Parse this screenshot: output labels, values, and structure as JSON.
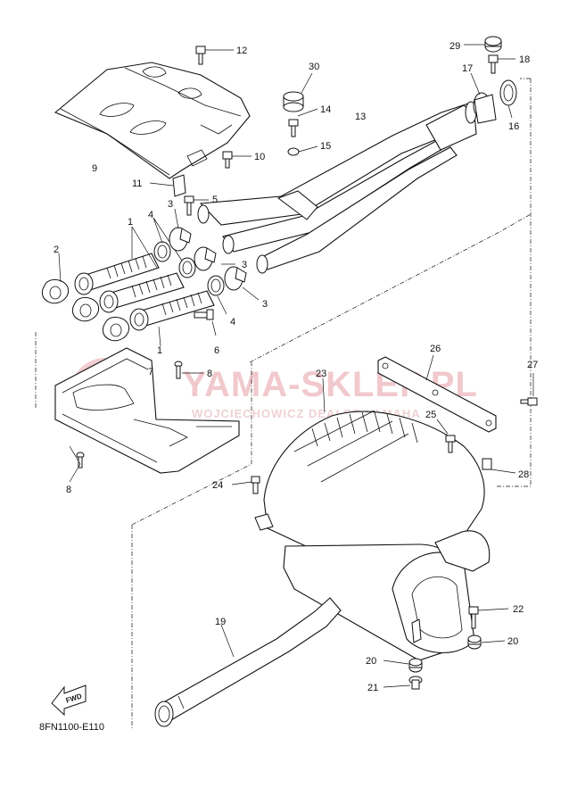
{
  "diagram_code": "8FN1100-E110",
  "fwd_label": "FWD",
  "watermark": {
    "title": "YAMA-SKLEP.PL",
    "subtitle": "WOJCIECHOWICZ DEALER YAMAHA"
  },
  "callouts": {
    "c1a": "1",
    "c1b": "1",
    "c2": "2",
    "c3a": "3",
    "c3b": "3",
    "c3c": "3",
    "c4a": "4",
    "c4b": "4",
    "c5": "5",
    "c6": "6",
    "c7": "7",
    "c8a": "8",
    "c8b": "8",
    "c9": "9",
    "c10": "10",
    "c11": "11",
    "c12": "12",
    "c13": "13",
    "c14": "14",
    "c15": "15",
    "c16": "16",
    "c17": "17",
    "c18": "18",
    "c19": "19",
    "c20a": "20",
    "c20b": "20",
    "c21": "21",
    "c22": "22",
    "c23": "23",
    "c24": "24",
    "c25": "25",
    "c26": "26",
    "c27": "27",
    "c28": "28",
    "c29": "29",
    "c30": "30"
  }
}
